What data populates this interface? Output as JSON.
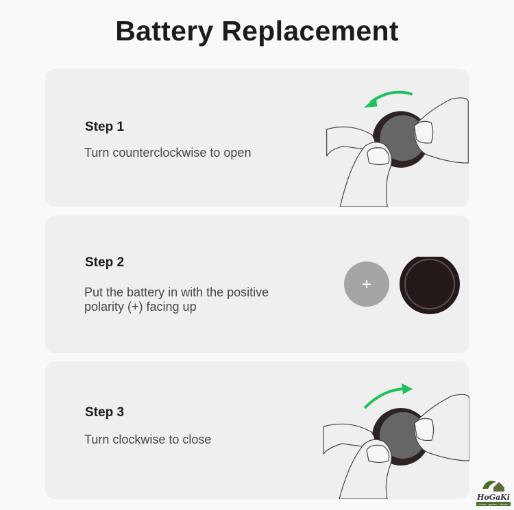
{
  "title": "Battery Replacement",
  "steps": [
    {
      "label": "Step 1",
      "text": "Turn counterclockwise to open"
    },
    {
      "label": "Step 2",
      "text": "Put the battery in with the positive polarity (+) facing up",
      "battery_symbol": "+"
    },
    {
      "label": "Step 3",
      "text": "Turn clockwise to close"
    }
  ],
  "logo": {
    "name": "HoGaKi",
    "tagline": "Home · garden · kitchen"
  },
  "colors": {
    "arrow": "#1fc15c",
    "cap_outer": "#2d2323",
    "cap_inner": "#666666",
    "battery": "#a5a5a5"
  }
}
